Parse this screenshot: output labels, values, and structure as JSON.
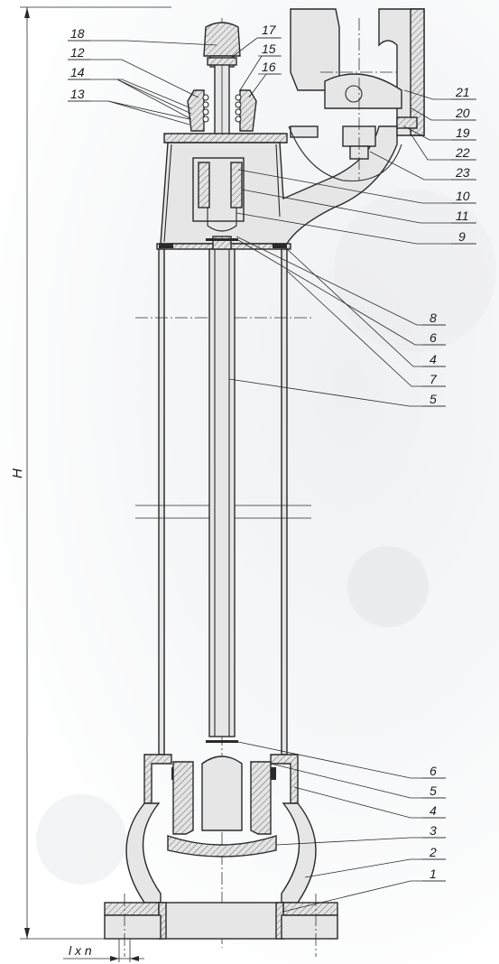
{
  "dimension_labels": {
    "height": "H",
    "bolt_spec": "l x n"
  },
  "callouts": [
    {
      "id": "18",
      "text": "18"
    },
    {
      "id": "17",
      "text": "17"
    },
    {
      "id": "12",
      "text": "12"
    },
    {
      "id": "15",
      "text": "15"
    },
    {
      "id": "16",
      "text": "16"
    },
    {
      "id": "14",
      "text": "14"
    },
    {
      "id": "13",
      "text": "13"
    },
    {
      "id": "21",
      "text": "21"
    },
    {
      "id": "20",
      "text": "20"
    },
    {
      "id": "19",
      "text": "19"
    },
    {
      "id": "22",
      "text": "22"
    },
    {
      "id": "23",
      "text": "23"
    },
    {
      "id": "10",
      "text": "10"
    },
    {
      "id": "11",
      "text": "11"
    },
    {
      "id": "9",
      "text": "9"
    },
    {
      "id": "8",
      "text": "8"
    },
    {
      "id": "6a",
      "text": "6"
    },
    {
      "id": "4a",
      "text": "4"
    },
    {
      "id": "7",
      "text": "7"
    },
    {
      "id": "5a",
      "text": "5"
    },
    {
      "id": "6b",
      "text": "6"
    },
    {
      "id": "5b",
      "text": "5"
    },
    {
      "id": "4b",
      "text": "4"
    },
    {
      "id": "3",
      "text": "3"
    },
    {
      "id": "2",
      "text": "2"
    },
    {
      "id": "1",
      "text": "1"
    }
  ]
}
